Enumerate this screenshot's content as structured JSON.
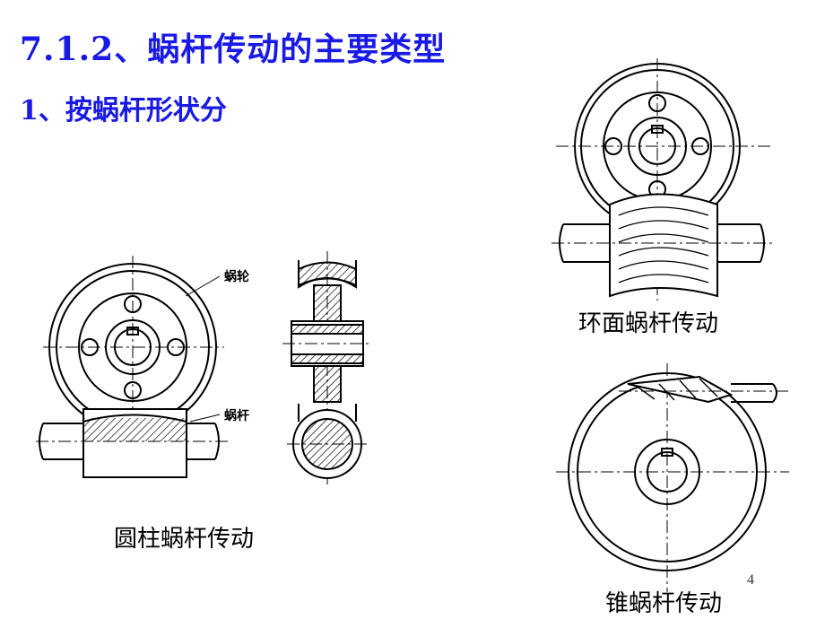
{
  "slide": {
    "title": "7.1.2、蜗杆传动的主要类型",
    "subtitle": "1、按蜗杆形状分",
    "page_number": "4"
  },
  "figures": {
    "cylindrical": {
      "caption": "圆柱蜗杆传动",
      "label_wheel": "蜗轮",
      "label_worm": "蜗杆"
    },
    "toroidal": {
      "caption": "环面蜗杆传动"
    },
    "cone": {
      "caption": "锥蜗杆传动"
    }
  },
  "colors": {
    "heading": "#1a1ae6",
    "line": "#000000"
  }
}
